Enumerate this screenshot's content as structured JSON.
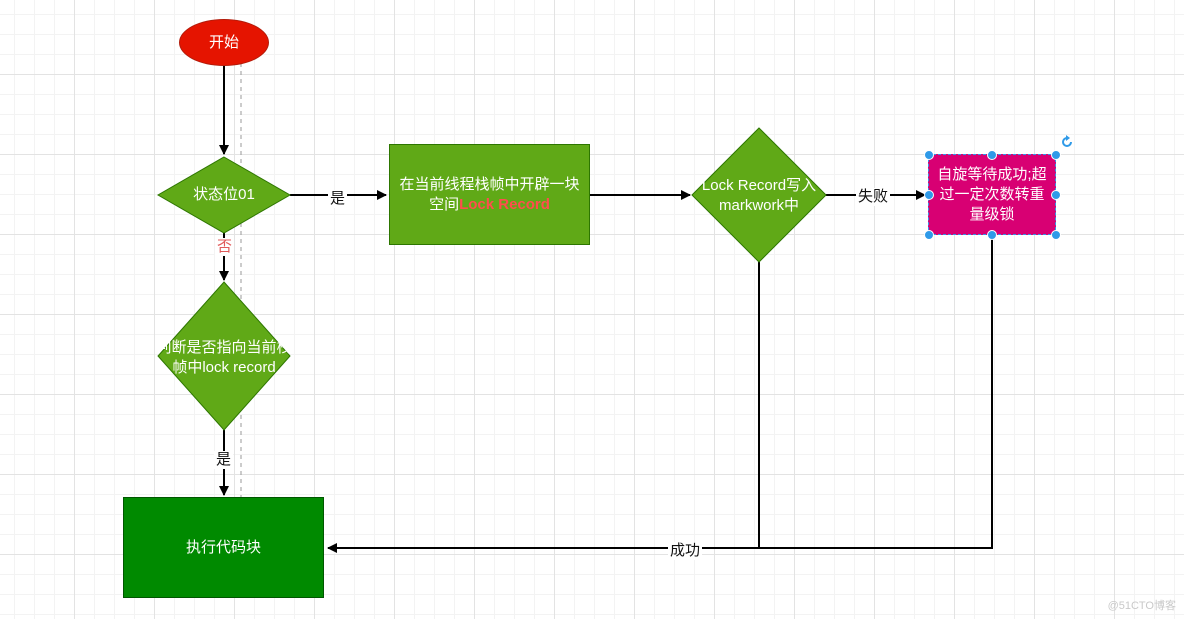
{
  "nodes": {
    "start": "开始",
    "check_status": "状态位01",
    "allocate": {
      "text": "在当前线程栈帧中开辟一块空间",
      "highlight": "Lock Record"
    },
    "write_markword": "Lock Record写入markwork中",
    "spin": "自旋等待成功;超过一定次数转重量级锁",
    "check_pointer": "判断是否指向当前栈帧中lock record",
    "execute": "执行代码块"
  },
  "edges": {
    "yes_to_allocate": "是",
    "no_from_status": "否",
    "fail": "失败",
    "yes_to_execute": "是",
    "success": "成功"
  },
  "colors": {
    "start_fill": "#e51400",
    "decision_fill": "#60a917",
    "process_fill": "#60a917",
    "execute_fill": "#008a00",
    "spin_fill": "#d80073",
    "no_label": "#e05a5a",
    "highlight_text": "#ff4d4d",
    "selection_handle": "#2f9ae8"
  },
  "watermark": "@51CTO博客"
}
